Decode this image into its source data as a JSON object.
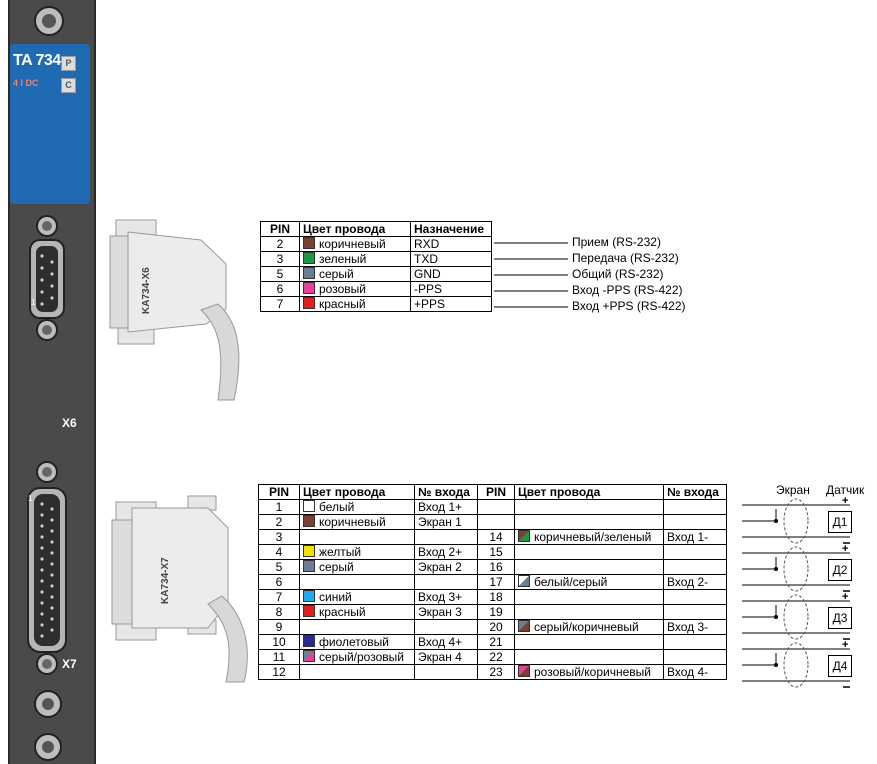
{
  "module": {
    "model": "TA 734",
    "subtitle": "4 I DC",
    "btn_p": "P",
    "btn_c": "C",
    "port_x6": "X6",
    "port_x7": "X7",
    "pin1_mark": "1"
  },
  "plug_x6": {
    "label": "KA734-X6"
  },
  "plug_x7": {
    "label": "KA734-X7"
  },
  "table_x6": {
    "headers": [
      "PIN",
      "Цвет провода",
      "Назначение"
    ],
    "rows": [
      {
        "pin": "2",
        "color_name": "коричневый",
        "swatch": "#7a4030",
        "assign": "RXD",
        "signal": "Прием (RS-232)"
      },
      {
        "pin": "3",
        "color_name": "зеленый",
        "swatch": "#1a9a40",
        "assign": "TXD",
        "signal": "Передача (RS-232)"
      },
      {
        "pin": "5",
        "color_name": "серый",
        "swatch": "#6a7e96",
        "assign": "GND",
        "signal": "Общий (RS-232)"
      },
      {
        "pin": "6",
        "color_name": "розовый",
        "swatch": "#e8409a",
        "assign": "-PPS",
        "signal": "Вход -PPS (RS-422)"
      },
      {
        "pin": "7",
        "color_name": "красный",
        "swatch": "#e02020",
        "assign": "+PPS",
        "signal": "Вход +PPS (RS-422)"
      }
    ]
  },
  "table_x7": {
    "headers": [
      "PIN",
      "Цвет провода",
      "№ входа",
      "PIN",
      "Цвет провода",
      "№ входа"
    ],
    "rows": [
      {
        "pin": "1",
        "color": "белый",
        "swatch": "#ffffff",
        "input": "Вход 1+",
        "pin2": "",
        "color2": "",
        "swatch2": "",
        "input2": ""
      },
      {
        "pin": "2",
        "color": "коричневый",
        "swatch": "#7a4030",
        "input": "Экран 1",
        "pin2": "",
        "color2": "",
        "swatch2": "",
        "input2": ""
      },
      {
        "pin": "3",
        "color": "",
        "swatch": "",
        "input": "",
        "pin2": "14",
        "color2": "коричневый/зеленый",
        "swatch2": "split:#7a4030:#1a9a40",
        "input2": "Вход 1-"
      },
      {
        "pin": "4",
        "color": "желтый",
        "swatch": "#f5e000",
        "input": "Вход 2+",
        "pin2": "15",
        "color2": "",
        "swatch2": "",
        "input2": ""
      },
      {
        "pin": "5",
        "color": "серый",
        "swatch": "#6a7e96",
        "input": "Экран 2",
        "pin2": "16",
        "color2": "",
        "swatch2": "",
        "input2": ""
      },
      {
        "pin": "6",
        "color": "",
        "swatch": "",
        "input": "",
        "pin2": "17",
        "color2": "белый/серый",
        "swatch2": "split:#ffffff:#6a7e96",
        "input2": "Вход 2-"
      },
      {
        "pin": "7",
        "color": "синий",
        "swatch": "#20a8e8",
        "input": "Вход 3+",
        "pin2": "18",
        "color2": "",
        "swatch2": "",
        "input2": ""
      },
      {
        "pin": "8",
        "color": "красный",
        "swatch": "#e02020",
        "input": "Экран 3",
        "pin2": "19",
        "color2": "",
        "swatch2": "",
        "input2": ""
      },
      {
        "pin": "9",
        "color": "",
        "swatch": "",
        "input": "",
        "pin2": "20",
        "color2": "серый/коричневый",
        "swatch2": "split:#6a7e96:#7a4030",
        "input2": "Вход 3-"
      },
      {
        "pin": "10",
        "color": "фиолетовый",
        "swatch": "#2a2a90",
        "input": "Вход 4+",
        "pin2": "21",
        "color2": "",
        "swatch2": "",
        "input2": ""
      },
      {
        "pin": "11",
        "color": "серый/розовый",
        "swatch": "split:#6a7e96:#e8409a",
        "input": "Экран 4",
        "pin2": "22",
        "color2": "",
        "swatch2": "",
        "input2": ""
      },
      {
        "pin": "12",
        "color": "",
        "swatch": "",
        "input": "",
        "pin2": "23",
        "color2": "розовый/коричневый",
        "swatch2": "split:#e8409a:#7a4030",
        "input2": "Вход 4-"
      }
    ]
  },
  "sensors": {
    "screen_label": "Экран",
    "sensor_label": "Датчик",
    "items": [
      "Д1",
      "Д2",
      "Д3",
      "Д4"
    ],
    "plus": "+",
    "minus": "−"
  }
}
